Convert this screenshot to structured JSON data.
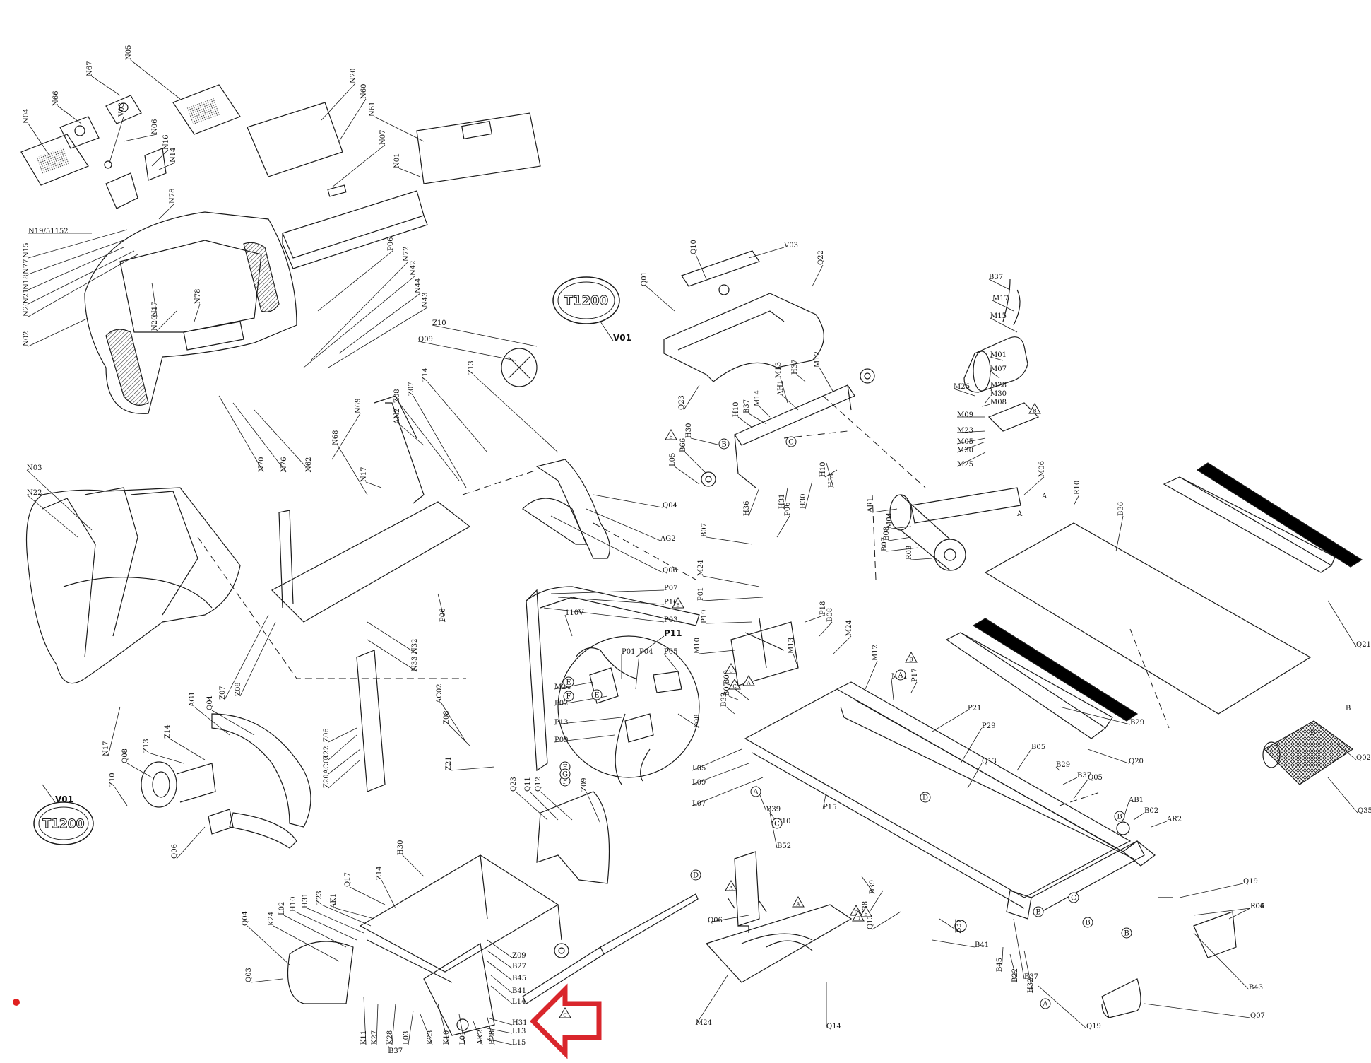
{
  "brand_text": "T1200",
  "callouts": [
    {
      "id": "N05"
    },
    {
      "id": "N67"
    },
    {
      "id": "N66"
    },
    {
      "id": "V03"
    },
    {
      "id": "N04"
    },
    {
      "id": "N06"
    },
    {
      "id": "N16"
    },
    {
      "id": "N14"
    },
    {
      "id": "N78"
    },
    {
      "id": "N19/51152"
    },
    {
      "id": "N15"
    },
    {
      "id": "N77"
    },
    {
      "id": "N18"
    },
    {
      "id": "N21"
    },
    {
      "id": "N20"
    },
    {
      "id": "N17"
    },
    {
      "id": "N02"
    },
    {
      "id": "N20"
    },
    {
      "id": "N78"
    },
    {
      "id": "N20"
    },
    {
      "id": "N60"
    },
    {
      "id": "N61"
    },
    {
      "id": "N07"
    },
    {
      "id": "N01"
    },
    {
      "id": "P06"
    },
    {
      "id": "N72"
    },
    {
      "id": "N42"
    },
    {
      "id": "N44"
    },
    {
      "id": "N43"
    },
    {
      "id": "Z10"
    },
    {
      "id": "Q09"
    },
    {
      "id": "V01"
    },
    {
      "id": "N03"
    },
    {
      "id": "N22"
    },
    {
      "id": "N70"
    },
    {
      "id": "N76"
    },
    {
      "id": "N62"
    },
    {
      "id": "N69"
    },
    {
      "id": "N68"
    },
    {
      "id": "N17"
    },
    {
      "id": "AN2"
    },
    {
      "id": "Z08"
    },
    {
      "id": "Z07"
    },
    {
      "id": "Z14"
    },
    {
      "id": "Z13"
    },
    {
      "id": "Q04"
    },
    {
      "id": "AG2"
    },
    {
      "id": "Q06"
    },
    {
      "id": "Z07"
    },
    {
      "id": "Z08"
    },
    {
      "id": "P06"
    },
    {
      "id": "N32"
    },
    {
      "id": "N33"
    },
    {
      "id": "AC02"
    },
    {
      "id": "Z08"
    },
    {
      "id": "Z06"
    },
    {
      "id": "Z22"
    },
    {
      "id": "AC01"
    },
    {
      "id": "Z20"
    },
    {
      "id": "Z21"
    },
    {
      "id": "N17"
    },
    {
      "id": "V01"
    },
    {
      "id": "Z14"
    },
    {
      "id": "Z13"
    },
    {
      "id": "AG1"
    },
    {
      "id": "Q04"
    },
    {
      "id": "Q08"
    },
    {
      "id": "Z10"
    },
    {
      "id": "Q06"
    },
    {
      "id": "P07"
    },
    {
      "id": "P16"
    },
    {
      "id": "P03"
    },
    {
      "id": "110V"
    },
    {
      "id": "P11"
    },
    {
      "id": "P01"
    },
    {
      "id": "P04"
    },
    {
      "id": "P05"
    },
    {
      "id": "M24"
    },
    {
      "id": "P02"
    },
    {
      "id": "P13"
    },
    {
      "id": "P09"
    },
    {
      "id": "P08"
    },
    {
      "id": "Q23"
    },
    {
      "id": "Q11"
    },
    {
      "id": "Q12"
    },
    {
      "id": "Z09"
    },
    {
      "id": "Q10"
    },
    {
      "id": "V03"
    },
    {
      "id": "Q22"
    },
    {
      "id": "Q01"
    },
    {
      "id": "Q23"
    },
    {
      "id": "H37"
    },
    {
      "id": "M12"
    },
    {
      "id": "M13"
    },
    {
      "id": "AH1"
    },
    {
      "id": "M14"
    },
    {
      "id": "B37"
    },
    {
      "id": "H10"
    },
    {
      "id": "H30"
    },
    {
      "id": "B66"
    },
    {
      "id": "L05"
    },
    {
      "id": "H36"
    },
    {
      "id": "H31"
    },
    {
      "id": "H30"
    },
    {
      "id": "H31"
    },
    {
      "id": "H10"
    },
    {
      "id": "B37"
    },
    {
      "id": "M17"
    },
    {
      "id": "M15"
    },
    {
      "id": "M01"
    },
    {
      "id": "M07"
    },
    {
      "id": "M26"
    },
    {
      "id": "M28"
    },
    {
      "id": "M30"
    },
    {
      "id": "M08"
    },
    {
      "id": "M09"
    },
    {
      "id": "M23"
    },
    {
      "id": "M05"
    },
    {
      "id": "M30"
    },
    {
      "id": "M25"
    },
    {
      "id": "M06"
    },
    {
      "id": "AR1"
    },
    {
      "id": "M04"
    },
    {
      "id": "B08"
    },
    {
      "id": "B07"
    },
    {
      "id": "R03"
    },
    {
      "id": "R10"
    },
    {
      "id": "B36"
    },
    {
      "id": "B07"
    },
    {
      "id": "P06"
    },
    {
      "id": "M24"
    },
    {
      "id": "P01"
    },
    {
      "id": "P19"
    },
    {
      "id": "P18"
    },
    {
      "id": "B08"
    },
    {
      "id": "M24"
    },
    {
      "id": "M10"
    },
    {
      "id": "M13"
    },
    {
      "id": "M12"
    },
    {
      "id": "M21"
    },
    {
      "id": "P17"
    },
    {
      "id": "B09"
    },
    {
      "id": "B07"
    },
    {
      "id": "B33"
    },
    {
      "id": "P21"
    },
    {
      "id": "P29"
    },
    {
      "id": "Q13"
    },
    {
      "id": "B05"
    },
    {
      "id": "B29"
    },
    {
      "id": "B37"
    },
    {
      "id": "B29"
    },
    {
      "id": "Q20"
    },
    {
      "id": "Q21"
    },
    {
      "id": "Q05"
    },
    {
      "id": "Q02"
    },
    {
      "id": "Q35"
    },
    {
      "id": "AB1"
    },
    {
      "id": "B02"
    },
    {
      "id": "AR2"
    },
    {
      "id": "L05"
    },
    {
      "id": "L09"
    },
    {
      "id": "L07"
    },
    {
      "id": "B39"
    },
    {
      "id": "P10"
    },
    {
      "id": "B52"
    },
    {
      "id": "P15"
    },
    {
      "id": "B39"
    },
    {
      "id": "B38"
    },
    {
      "id": "Q13"
    },
    {
      "id": "B37"
    },
    {
      "id": "B41"
    },
    {
      "id": "B45"
    },
    {
      "id": "B22"
    },
    {
      "id": "B37"
    },
    {
      "id": "H32"
    },
    {
      "id": "B43"
    },
    {
      "id": "Q19"
    },
    {
      "id": "Q19"
    },
    {
      "id": "R06"
    },
    {
      "id": "R04"
    },
    {
      "id": "Q07"
    },
    {
      "id": "Q06"
    },
    {
      "id": "M24"
    },
    {
      "id": "Q14"
    },
    {
      "id": "Q17"
    },
    {
      "id": "Z14"
    },
    {
      "id": "H30"
    },
    {
      "id": "AK1"
    },
    {
      "id": "Z23"
    },
    {
      "id": "H31"
    },
    {
      "id": "H10"
    },
    {
      "id": "L02"
    },
    {
      "id": "K24"
    },
    {
      "id": "Q04"
    },
    {
      "id": "Q03"
    },
    {
      "id": "Z09"
    },
    {
      "id": "B27"
    },
    {
      "id": "B45"
    },
    {
      "id": "B41"
    },
    {
      "id": "L14"
    },
    {
      "id": "H31"
    },
    {
      "id": "L13"
    },
    {
      "id": "L15"
    },
    {
      "id": "B28"
    },
    {
      "id": "AK2"
    },
    {
      "id": "L01"
    },
    {
      "id": "K10"
    },
    {
      "id": "K23"
    },
    {
      "id": "L03"
    },
    {
      "id": "K28"
    },
    {
      "id": "K27"
    },
    {
      "id": "K11"
    },
    {
      "id": "B37"
    }
  ],
  "circle_markers": [
    "A",
    "A",
    "A",
    "B",
    "B",
    "B",
    "B",
    "B",
    "C",
    "C",
    "C",
    "D",
    "D",
    "E",
    "E",
    "F",
    "F",
    "F",
    "G"
  ],
  "triangle_markers": [
    "A",
    "A",
    "A",
    "B",
    "B",
    "B",
    "B",
    "B",
    "B",
    "C",
    "C",
    "C",
    "D"
  ],
  "direction_letters": [
    "A",
    "A",
    "B",
    "B"
  ],
  "colors": {
    "ink": "#1a1a1a",
    "belt": "#000000",
    "highlight_arrow": "#d9262c",
    "dot": "#e0201f"
  }
}
